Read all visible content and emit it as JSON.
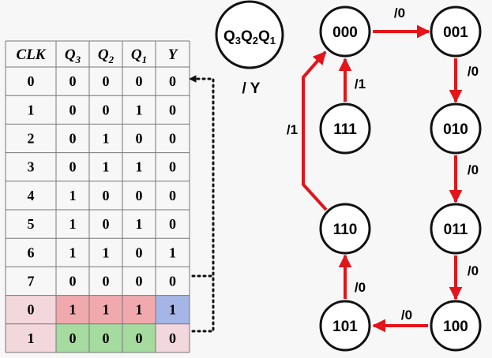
{
  "table": {
    "headers": [
      {
        "main": "CLK",
        "sub": ""
      },
      {
        "main": "Q",
        "sub": "3"
      },
      {
        "main": "Q",
        "sub": "2"
      },
      {
        "main": "Q",
        "sub": "1"
      },
      {
        "main": "Y",
        "sub": ""
      }
    ],
    "rows": [
      [
        "0",
        "0",
        "0",
        "0",
        "0"
      ],
      [
        "1",
        "0",
        "0",
        "1",
        "0"
      ],
      [
        "2",
        "0",
        "1",
        "0",
        "0"
      ],
      [
        "3",
        "0",
        "1",
        "1",
        "0"
      ],
      [
        "4",
        "1",
        "0",
        "0",
        "0"
      ],
      [
        "5",
        "1",
        "0",
        "1",
        "0"
      ],
      [
        "6",
        "1",
        "1",
        "0",
        "1"
      ],
      [
        "7",
        "0",
        "0",
        "0",
        "0"
      ],
      [
        "0",
        "1",
        "1",
        "1",
        "1"
      ],
      [
        "1",
        "0",
        "0",
        "0",
        "0"
      ]
    ],
    "highlights": {
      "row9_bg": "#f2d7dc",
      "row9_state_bg": "#f0a9ad",
      "row9_output_bg": "#a4b5e6",
      "row10_bg": "#f2d7dc",
      "row10_state_bg": "#a6dba0"
    }
  },
  "legend": {
    "state_parts": [
      "Q",
      "3",
      "Q",
      "2",
      "Q",
      "1"
    ],
    "output_label": "/ Y"
  },
  "states": [
    "000",
    "001",
    "010",
    "011",
    "100",
    "101",
    "110",
    "111"
  ],
  "transitions": [
    {
      "from": "000",
      "to": "001",
      "label": "/0"
    },
    {
      "from": "001",
      "to": "010",
      "label": "/0"
    },
    {
      "from": "010",
      "to": "011",
      "label": "/0"
    },
    {
      "from": "011",
      "to": "100",
      "label": "/0"
    },
    {
      "from": "100",
      "to": "101",
      "label": "/0"
    },
    {
      "from": "101",
      "to": "110",
      "label": "/0"
    },
    {
      "from": "110",
      "to": "000",
      "label": "/1"
    },
    {
      "from": "111",
      "to": "000",
      "label": "/1"
    }
  ],
  "colors": {
    "arrow": "#e3141a",
    "node_stroke": "#111111",
    "node_fill": "#ffffff",
    "grid": "#777777",
    "dotted": "#111111"
  }
}
